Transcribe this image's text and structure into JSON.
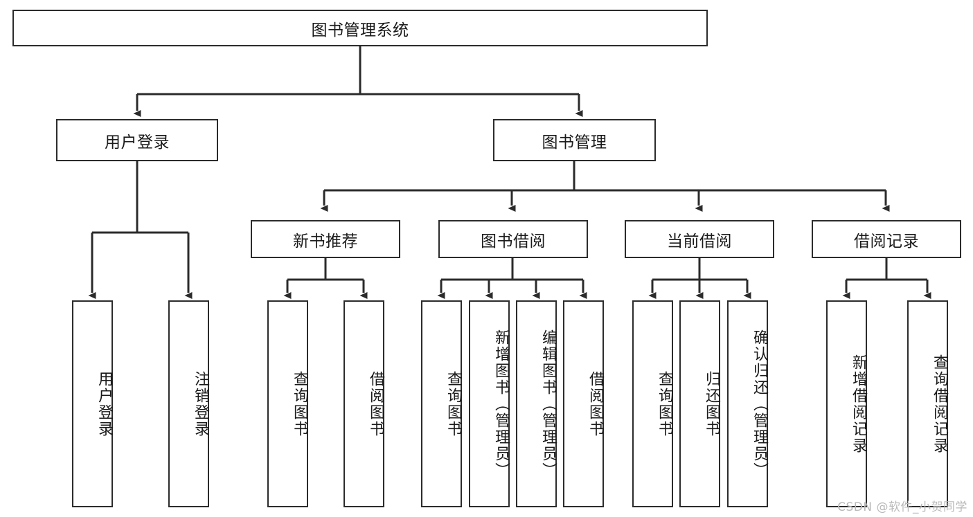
{
  "diagram": {
    "title": "图书管理系统",
    "type": "hierarchy-tree",
    "root": {
      "id": "root",
      "label": "图书管理系统",
      "orientation": "horizontal"
    },
    "level2": [
      {
        "id": "user-login",
        "label": "用户登录",
        "orientation": "horizontal"
      },
      {
        "id": "book-manage",
        "label": "图书管理",
        "orientation": "horizontal"
      }
    ],
    "level3": [
      {
        "id": "new-book-rec",
        "label": "新书推荐",
        "orientation": "horizontal",
        "parent": "book-manage"
      },
      {
        "id": "book-borrow",
        "label": "图书借阅",
        "orientation": "horizontal",
        "parent": "book-manage"
      },
      {
        "id": "current-borrow",
        "label": "当前借阅",
        "orientation": "horizontal",
        "parent": "book-manage"
      },
      {
        "id": "borrow-record",
        "label": "借阅记录",
        "orientation": "horizontal",
        "parent": "book-manage"
      }
    ],
    "leaves": [
      {
        "id": "leaf-user-login",
        "label": "用户登录",
        "parent": "user-login",
        "orientation": "vertical"
      },
      {
        "id": "leaf-user-logout",
        "label": "注销登录",
        "parent": "user-login",
        "orientation": "vertical"
      },
      {
        "id": "leaf-query-book-1",
        "label": "查询图书",
        "parent": "new-book-rec",
        "orientation": "vertical"
      },
      {
        "id": "leaf-borrow-book-1",
        "label": "借阅图书",
        "parent": "new-book-rec",
        "orientation": "vertical"
      },
      {
        "id": "leaf-query-book-2",
        "label": "查询图书",
        "parent": "book-borrow",
        "orientation": "vertical"
      },
      {
        "id": "leaf-add-book",
        "label": "新增图书（管理员）",
        "parent": "book-borrow",
        "orientation": "vertical"
      },
      {
        "id": "leaf-edit-book",
        "label": "编辑图书（管理员）",
        "parent": "book-borrow",
        "orientation": "vertical"
      },
      {
        "id": "leaf-borrow-book-2",
        "label": "借阅图书",
        "parent": "book-borrow",
        "orientation": "vertical"
      },
      {
        "id": "leaf-query-book-3",
        "label": "查询图书",
        "parent": "current-borrow",
        "orientation": "vertical"
      },
      {
        "id": "leaf-return-book",
        "label": "归还图书",
        "parent": "current-borrow",
        "orientation": "vertical"
      },
      {
        "id": "leaf-confirm-return",
        "label": "确认归还（管理员）",
        "parent": "current-borrow",
        "orientation": "vertical"
      },
      {
        "id": "leaf-add-record",
        "label": "新增借阅记录",
        "parent": "borrow-record",
        "orientation": "vertical"
      },
      {
        "id": "leaf-query-record",
        "label": "查询借阅记录",
        "parent": "borrow-record",
        "orientation": "vertical"
      }
    ],
    "watermark": "CSDN @软件_小贺同学",
    "colors": {
      "background": "#ffffff",
      "box_border": "#2b2b2b",
      "box_fill": "#ffffff",
      "text": "#1a1a1a",
      "connector": "#2b2b2b",
      "watermark": "#b9b9b9"
    }
  }
}
